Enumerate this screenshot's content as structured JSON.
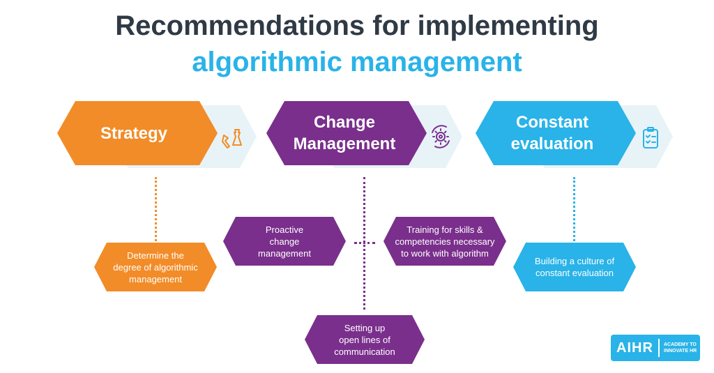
{
  "title": {
    "line1": "Recommendations for implementing",
    "line2": "algorithmic management"
  },
  "colors": {
    "title_dark": "#2f3a45",
    "accent_blue": "#29b3e8",
    "strategy_orange": "#f28c28",
    "change_purple": "#7a2f8c",
    "evaluation_blue": "#29b3e8",
    "shadow_light": "#e8f3f8"
  },
  "pillars": [
    {
      "label_line1": "Strategy",
      "label_line2": "",
      "icon": "chess-pieces-icon"
    },
    {
      "label_line1": "Change",
      "label_line2": "Management",
      "icon": "gear-cycle-icon"
    },
    {
      "label_line1": "Constant",
      "label_line2": "evaluation",
      "icon": "clipboard-checklist-icon"
    }
  ],
  "recommendations": {
    "strategy": [
      "Determine the",
      "degree of algorithmic",
      "management"
    ],
    "proactive": [
      "Proactive",
      "change",
      "management"
    ],
    "training": [
      "Training for skills &",
      "competencies necessary",
      "to work with algorithm"
    ],
    "communication": [
      "Setting up",
      "open lines of",
      "communication"
    ],
    "evaluation": [
      "Building a culture of",
      "constant evaluation"
    ]
  },
  "logo": {
    "mark": "AIHR",
    "tagline_line1": "ACADEMY TO",
    "tagline_line2": "INNOVATE HR"
  }
}
